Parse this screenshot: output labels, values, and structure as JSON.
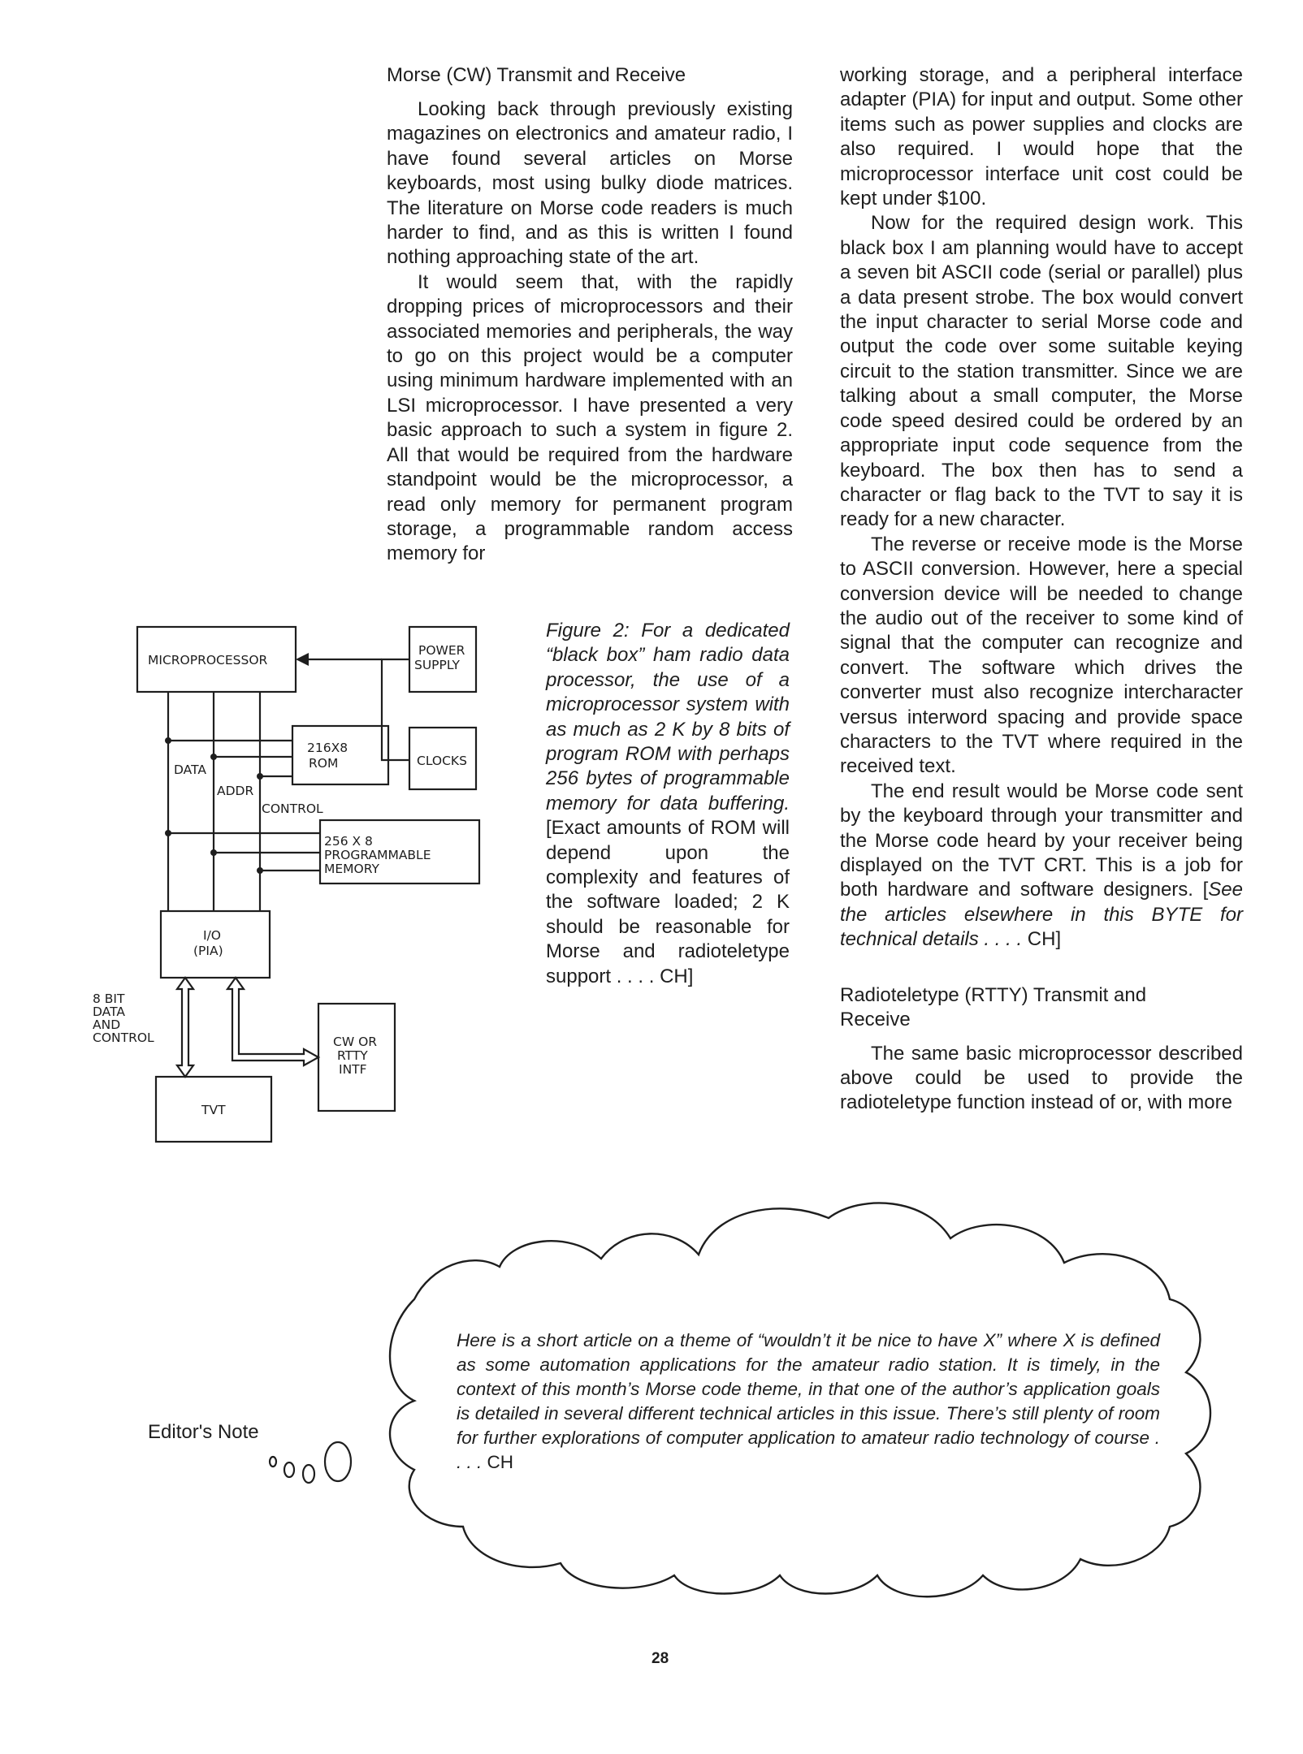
{
  "col_mid": {
    "heading": "Morse (CW) Transmit and Receive",
    "paragraphs": [
      "Looking back through previously existing magazines on electronics and amateur radio, I have found several articles on Morse keyboards, most using bulky diode matrices. The literature on Morse code readers is much harder to find, and as this is written I found nothing approaching state of the art.",
      "It would seem that, with the rapidly dropping prices of microprocessors and their associated memories and peripherals, the way to go on this project would be a computer using minimum hardware implemented with an LSI microprocessor. I have presented a very basic approach to such a system in figure 2. All that would be required from the hardware standpoint would be the microprocessor, a read only memory for permanent program storage, a programmable random access memory for"
    ]
  },
  "col_right": {
    "paragraphs_top": [
      "working storage, and a peripheral interface adapter (PIA) for input and output. Some other items such as power supplies and clocks are also required. I would hope that the microprocessor interface unit cost could be kept under $100.",
      "Now for the required design work. This black box I am planning would have to accept a seven bit ASCII code (serial or parallel) plus a data present strobe. The box would convert the input character to serial Morse code and output the code over some suitable keying circuit to the station transmitter. Since we are talking about a small computer, the Morse code speed desired could be ordered by an appropriate input code sequence from the keyboard. The box then has to send a character or flag back to the TVT to say it is ready for a new character.",
      "The reverse or receive mode is the Morse to ASCII conversion. However, here a special conversion device will be needed to change the audio out of the receiver to some kind of signal that the computer can recognize and convert. The software which drives the converter must also recognize intercharacter versus interword spacing and provide space characters to the TVT where required in the received text."
    ],
    "p4_main": "The end result would be Morse code sent by the keyboard through your transmitter and the Morse code heard by your receiver being displayed on the TVT CRT. This is a job for both hardware and software designers. [",
    "p4_italic": "See the articles elsewhere in this BYTE for technical details . . . .",
    "p4_end": " CH]",
    "heading2": "Radioteletype (RTTY) Transmit and Receive",
    "paragraph_last": "The same basic microprocessor described above could be used to provide the radioteletype function instead of or, with more"
  },
  "caption": {
    "italic": "Figure 2: For a dedicated “black box” ham radio data processor, the use of a microprocessor system with as much as 2 K by 8 bits of program ROM with perhaps 256 bytes of programmable memory for data buffering.",
    "roman": " [Exact amounts of ROM will depend upon the complexity and features of the software loaded; 2 K should be reasonable for Morse and radioteletype support . . . . CH]"
  },
  "diagram": {
    "microprocessor": "MICROPROCESSOR",
    "power_1": "POWER",
    "power_2": "SUPPLY",
    "clocks": "CLOCKS",
    "rom_1": "216X8",
    "rom_2": "ROM",
    "data": "DATA",
    "addr": "ADDR",
    "control": "CONTROL",
    "ram_1": "256 X 8",
    "ram_2": "PROGRAMMABLE",
    "ram_3": "MEMORY",
    "io_1": "I/O",
    "io_2": "(PIA)",
    "bus_1": "8 BIT",
    "bus_2": "DATA",
    "bus_3": "AND",
    "bus_4": "CONTROL",
    "intf_1": "CW OR",
    "intf_2": "RTTY",
    "intf_3": "INTF",
    "tvt": "TVT"
  },
  "editors_note": {
    "label": "Editor's Note",
    "text_italic": "Here is a short article on a theme of “wouldn’t it be nice to have X” where X is defined as some automation applications for the amateur radio station. It is timely, in the context of this month’s Morse code theme, in that one of the author’s application goals is detailed in several different technical articles in this issue. There’s still plenty of room for further explorations of computer application to amateur radio technology of course . . . .",
    "text_end": " CH"
  },
  "page_number": "28"
}
